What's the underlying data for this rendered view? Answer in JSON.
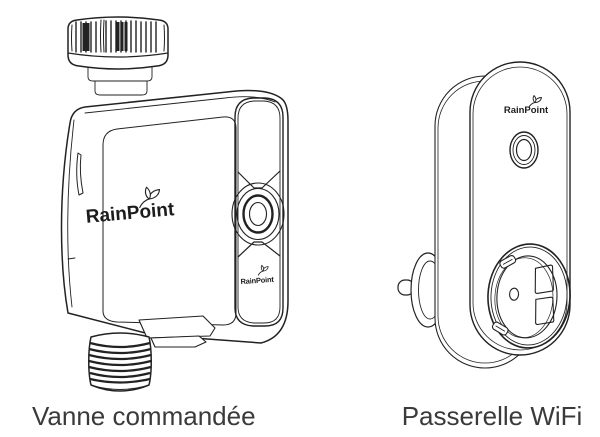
{
  "canvas": {
    "background": "#ffffff",
    "ink": "#222222",
    "caption_color": "#3a3a3a"
  },
  "valve": {
    "caption": "Vanne commandée",
    "brand": "RainPoint",
    "side_brand": "RainPoint"
  },
  "gateway": {
    "caption": "Passerelle WiFi",
    "brand": "RainPoint"
  }
}
